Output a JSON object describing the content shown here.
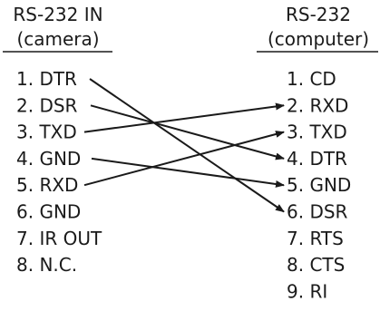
{
  "left_header": {
    "line1": "RS-232 IN",
    "line2": "(camera)"
  },
  "right_header": {
    "line1": "RS-232",
    "line2": "(computer)"
  },
  "left_pins": [
    "1. DTR",
    "2. DSR",
    "3. TXD",
    "4. GND",
    "5. RXD",
    "6. GND",
    "7. IR OUT",
    "8. N.C."
  ],
  "right_pins": [
    "1. CD",
    "2. RXD",
    "3. TXD",
    "4. DTR",
    "5. GND",
    "6. DSR",
    "7. RTS",
    "8. CTS",
    "9. RI"
  ],
  "connections": [
    {
      "from": 1,
      "to": 6
    },
    {
      "from": 2,
      "to": 4
    },
    {
      "from": 3,
      "to": 2
    },
    {
      "from": 4,
      "to": 5
    },
    {
      "from": 5,
      "to": 3
    }
  ]
}
